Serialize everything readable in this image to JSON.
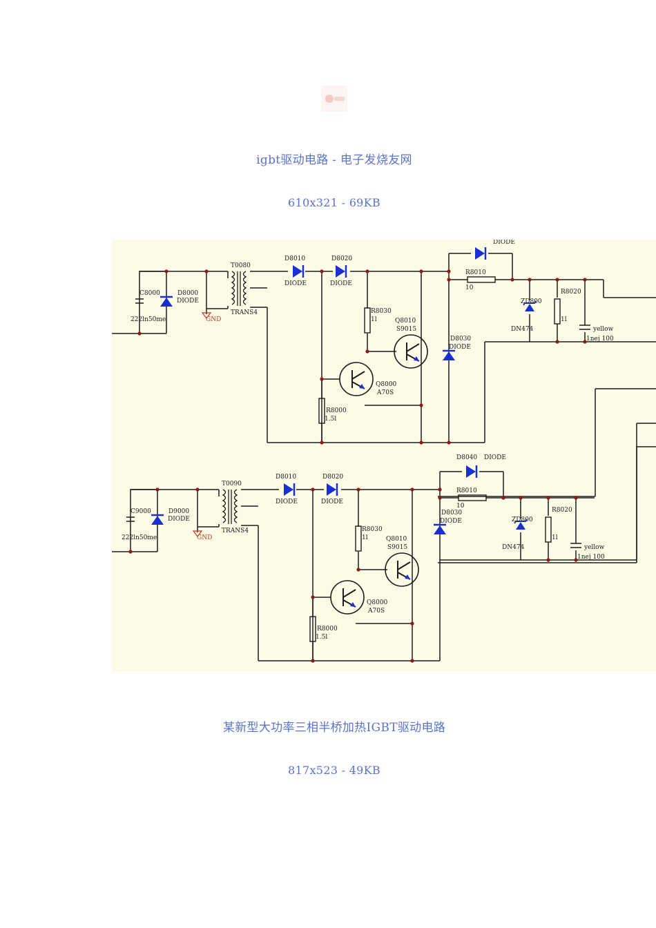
{
  "figures": [
    {
      "caption": "igbt驱动电路 - 电子发烧友网",
      "meta": "610x321 - 69KB"
    },
    {
      "caption": "某新型大功率三相半桥加热IGBT驱动电路",
      "meta": "817x523 - 49KB"
    }
  ],
  "schematic": {
    "top": {
      "transformer": "T0080",
      "transformer_type": "TRANS4",
      "cap": "C8000",
      "cap_value": "222ln50me",
      "diode_in": "D8000",
      "diode_in_type": "DIODE",
      "gnd": "GND",
      "d1": "D8010",
      "d1_type": "DIODE",
      "d2": "D8020",
      "d2_type": "DIODE",
      "r_base": "R8030",
      "r_base_value": "1l",
      "q1": "Q8010",
      "q1_type": "S9015",
      "q2": "Q8000",
      "q2_type": "A70S",
      "r_low": "R8000",
      "r_low_value": "1.5l",
      "d3": "D8030",
      "d3_type": "DIODE",
      "d4_type": "DIODE",
      "r_top": "R8010",
      "r_top_value": "10",
      "zener": "ZD800",
      "zener_type": "DN474",
      "r_out": "R8020",
      "r_out_value": "1l",
      "cap_out": "yellow",
      "cap_out_value": "1nej 100"
    },
    "bottom": {
      "transformer": "T0090",
      "transformer_type": "TRANS4",
      "cap": "C9000",
      "cap_value": "222ln50me",
      "diode_in": "D9000",
      "diode_in_type": "DIODE",
      "gnd": "GND",
      "d1": "D8010",
      "d1_type": "DIODE",
      "d2": "D8020",
      "d2_type": "DIODE",
      "r_base": "R8030",
      "r_base_value": "1l",
      "q1": "Q8010",
      "q1_type": "S9015",
      "q2": "Q8000",
      "q2_type": "A70S",
      "r_low": "R8000",
      "r_low_value": "1.5l",
      "d3": "D8030",
      "d3_type": "DIODE",
      "d4": "D8040",
      "d4_type": "DIODE",
      "r_top": "R8010",
      "r_top_value": "10",
      "zener": "ZD800",
      "zener_type": "DN474",
      "r_out": "R8020",
      "r_out_value": "1l",
      "cap_out": "yellow",
      "cap_out_value": "1nej 100"
    }
  },
  "colors": {
    "caption": "#5a73c8",
    "wire": "#1c1c1c",
    "component": "#1a2fd1",
    "node": "#8b1a1a",
    "paper": "#fcfbe6"
  }
}
